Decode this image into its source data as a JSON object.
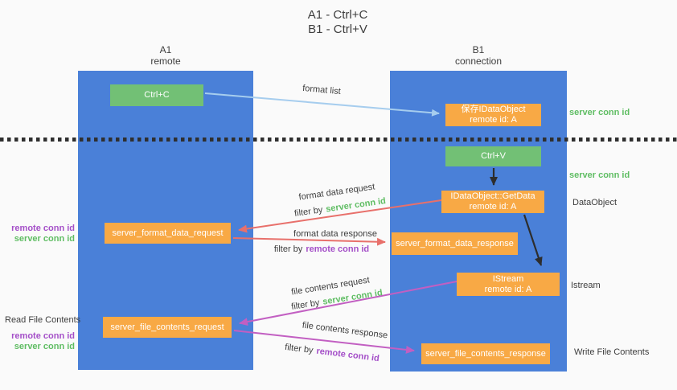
{
  "title": {
    "line1": "A1 - Ctrl+C",
    "line2": "B1 - Ctrl+V"
  },
  "lanes": {
    "left": {
      "name": "A1",
      "subtitle": "remote"
    },
    "right": {
      "name": "B1",
      "subtitle": "connection"
    }
  },
  "nodes": {
    "ctrl_c": "Ctrl+C",
    "ctrl_v": "Ctrl+V",
    "save_idataobject": {
      "line1": "保存IDataObject",
      "line2": "remote id: A"
    },
    "getdata": {
      "line1": "IDataObject::GetData",
      "line2": "remote id: A"
    },
    "istream": {
      "line1": "IStream",
      "line2": "remote id: A"
    },
    "format_request": "server_format_data_request",
    "format_response": "server_format_data_response",
    "file_request": "server_file_contents_request",
    "file_response": "server_file_contents_response"
  },
  "edges": {
    "format_list": "format list",
    "format_data_request": "format data request",
    "format_data_response": "format data response",
    "file_contents_request": "file contents request",
    "file_contents_response": "file contents response"
  },
  "terms": {
    "filter_by": "filter by",
    "server_conn_id": "server conn id",
    "remote_conn_id": "remote conn id"
  },
  "side_labels": {
    "dataobject": "DataObject",
    "istream": "Istream",
    "read_file_contents": "Read File Contents",
    "write_file_contents": "Write File Contents"
  },
  "colors": {
    "lane_blue": "#4a80d8",
    "box_green": "#72c075",
    "box_orange": "#f8a945",
    "arrow_light_blue": "#a6cdee",
    "arrow_red": "#e8706b",
    "arrow_magenta": "#c25fc2",
    "arrow_black": "#2d2d2d",
    "text_green": "#5fbd63",
    "text_purple": "#a44fc8",
    "text_gray": "#3d3d3d",
    "background": "#fafafa"
  }
}
